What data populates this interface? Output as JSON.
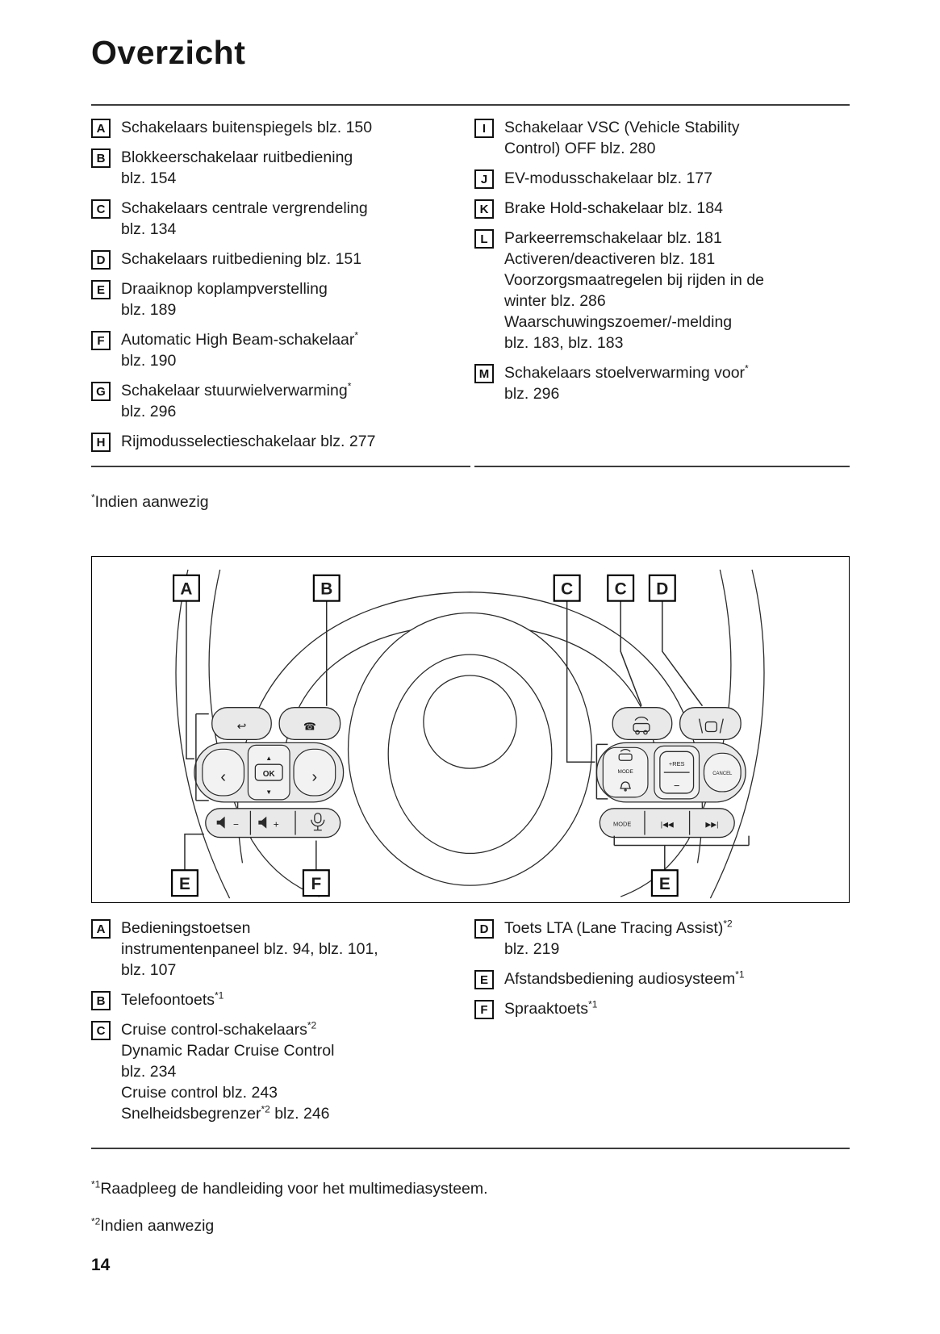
{
  "title": "Overzicht",
  "page_number": "14",
  "top_list": {
    "left": [
      {
        "letter": "A",
        "lines": [
          "Schakelaars buitenspiegels blz. 150"
        ]
      },
      {
        "letter": "B",
        "lines": [
          "Blokkeerschakelaar ruitbediening",
          "blz. 154"
        ]
      },
      {
        "letter": "C",
        "lines": [
          "Schakelaars centrale vergrendeling",
          "blz. 134"
        ]
      },
      {
        "letter": "D",
        "lines": [
          "Schakelaars ruitbediening blz. 151"
        ]
      },
      {
        "letter": "E",
        "lines": [
          "Draaiknop koplampverstelling",
          "blz. 189"
        ]
      },
      {
        "letter": "F",
        "lines": [
          "Automatic High Beam-schakelaar^{*}",
          "blz. 190"
        ]
      },
      {
        "letter": "G",
        "lines": [
          "Schakelaar stuurwielverwarming^{*}",
          "blz. 296"
        ]
      },
      {
        "letter": "H",
        "lines": [
          "Rijmodusselectieschakelaar blz. 277"
        ]
      }
    ],
    "right": [
      {
        "letter": "I",
        "lines": [
          "Schakelaar VSC (Vehicle Stability",
          "Control) OFF blz. 280"
        ]
      },
      {
        "letter": "J",
        "lines": [
          "EV-modusschakelaar blz. 177"
        ]
      },
      {
        "letter": "K",
        "lines": [
          "Brake Hold-schakelaar blz. 184"
        ]
      },
      {
        "letter": "L",
        "lines": [
          "Parkeerremschakelaar blz. 181",
          "Activeren/deactiveren blz. 181",
          "Voorzorgsmaatregelen bij rijden in de",
          "winter blz. 286",
          "Waarschuwingszoemer/-melding",
          "blz. 183, blz. 183"
        ]
      },
      {
        "letter": "M",
        "lines": [
          "Schakelaars stoelverwarming voor^{*}",
          "blz. 296"
        ]
      }
    ]
  },
  "note_top": "^{*}Indien aanwezig",
  "diagram": {
    "callouts": [
      "A",
      "B",
      "C",
      "C",
      "D",
      "E",
      "F",
      "E"
    ],
    "buttons": {
      "back": "↩",
      "phone": "☎",
      "chev_left": "‹",
      "chev_right": "›",
      "up": "▲",
      "ok": "OK",
      "down": "▼",
      "vol_minus": "−",
      "vol_plus": "+",
      "res": "+RES",
      "minus": "−",
      "cancel": "CANCEL",
      "mode": "MODE",
      "mode2": "MODE",
      "seek_back": "|◀◀",
      "seek_fwd": "▶▶|"
    }
  },
  "bottom_list": {
    "left": [
      {
        "letter": "A",
        "lines": [
          "Bedieningstoetsen",
          "instrumentenpaneel blz. 94, blz. 101,",
          "blz. 107"
        ]
      },
      {
        "letter": "B",
        "lines": [
          "Telefoontoets^{*1}"
        ]
      },
      {
        "letter": "C",
        "lines": [
          "Cruise control-schakelaars^{*2}",
          "Dynamic Radar Cruise Control",
          "blz. 234",
          "Cruise control blz. 243",
          "Snelheidsbegrenzer^{*2} blz. 246"
        ]
      }
    ],
    "right": [
      {
        "letter": "D",
        "lines": [
          "Toets LTA (Lane Tracing Assist)^{*2}",
          "blz. 219"
        ]
      },
      {
        "letter": "E",
        "lines": [
          "Afstandsbediening audiosysteem^{*1}"
        ]
      },
      {
        "letter": "F",
        "lines": [
          "Spraaktoets^{*1}"
        ]
      }
    ]
  },
  "notes_bottom": [
    "^{*1}Raadpleeg de handleiding voor het multimediasysteem.",
    "^{*2}Indien aanwezig"
  ]
}
